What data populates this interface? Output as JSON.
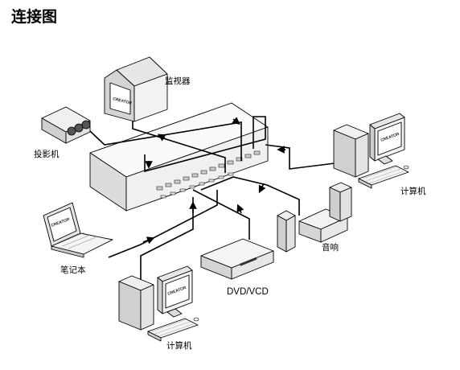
{
  "title": "连接图",
  "brand": "CREATOR",
  "labels": {
    "monitor": "监视器",
    "projector": "投影机",
    "laptop": "笔记本",
    "dvd": "DVD/VCD",
    "audio": "音响",
    "computer_right": "计算机",
    "computer_bottom": "计算机"
  }
}
